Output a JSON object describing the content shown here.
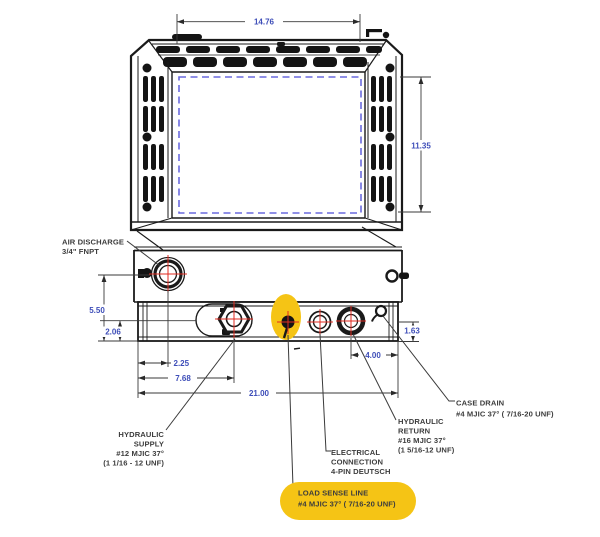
{
  "drawing": {
    "dimensions": {
      "top_width": "14.76",
      "core_height": "11.35",
      "air_discharge_height": "5.50",
      "port_height": "2.06",
      "air_discharge_offset": "2.25",
      "supply_offset": "7.68",
      "overall_width": "21.00",
      "return_offset": "4.00",
      "case_drain_offset": "1.63"
    },
    "callouts": {
      "air_discharge": {
        "lines": [
          "AIR DISCHARGE",
          "3/4\" FNPT"
        ]
      },
      "hydraulic_supply": {
        "lines": [
          "HYDRAULIC",
          "SUPPLY",
          "#12 MJIC 37°",
          "(1 1/16 - 12 UNF)"
        ]
      },
      "electrical_connection": {
        "lines": [
          "ELECTRICAL",
          "CONNECTION",
          "4-PIN DEUTSCH"
        ]
      },
      "load_sense_line": {
        "lines": [
          "LOAD SENSE LINE",
          "#4 MJIC 37° ( 7/16-20 UNF)"
        ],
        "highlighted": true
      },
      "hydraulic_return": {
        "lines": [
          "HYDRAULIC",
          "RETURN",
          "#16 MJIC 37°",
          "(1 5/16-12 UNF)"
        ]
      },
      "case_drain": {
        "lines": [
          "CASE DRAIN",
          "#4 MJIC 37° ( 7/16-20 UNF)"
        ]
      }
    },
    "colors": {
      "dimension_text": "#3d4db8",
      "centerline": "#e02b20",
      "core_outline_dashed": "#6a6ade",
      "highlight": "#f5c415",
      "line": "#1a1a1a"
    }
  }
}
